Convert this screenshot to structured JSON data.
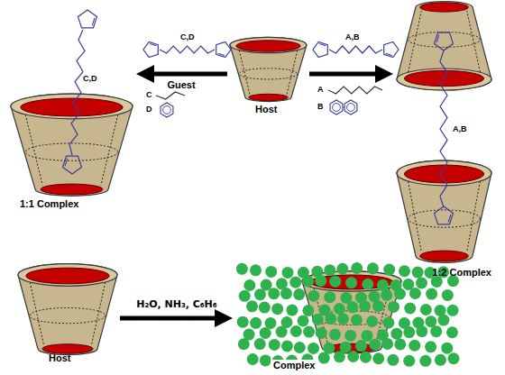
{
  "diagram": {
    "nodes": [
      {
        "text": [
          "Host"
        ]
      },
      {
        "text": [
          "1:1 Complex"
        ]
      },
      {
        "text": [
          "1:2 Complex"
        ]
      },
      {
        "text": [
          "Host"
        ]
      },
      {
        "text": [
          "Complex"
        ]
      }
    ],
    "edges": [
      {
        "from": 0,
        "to": 1,
        "arrow": "to",
        "label": "Guest"
      },
      {
        "from": 0,
        "to": 2,
        "arrow": "to"
      },
      {
        "from": 3,
        "to": 4,
        "arrow": "to",
        "label": "H₂O, NH₃, C₆H₆"
      }
    ],
    "labels": [
      "C,D",
      "C",
      "D",
      "A,B",
      "A",
      "B",
      "C,D",
      "A,B"
    ]
  }
}
